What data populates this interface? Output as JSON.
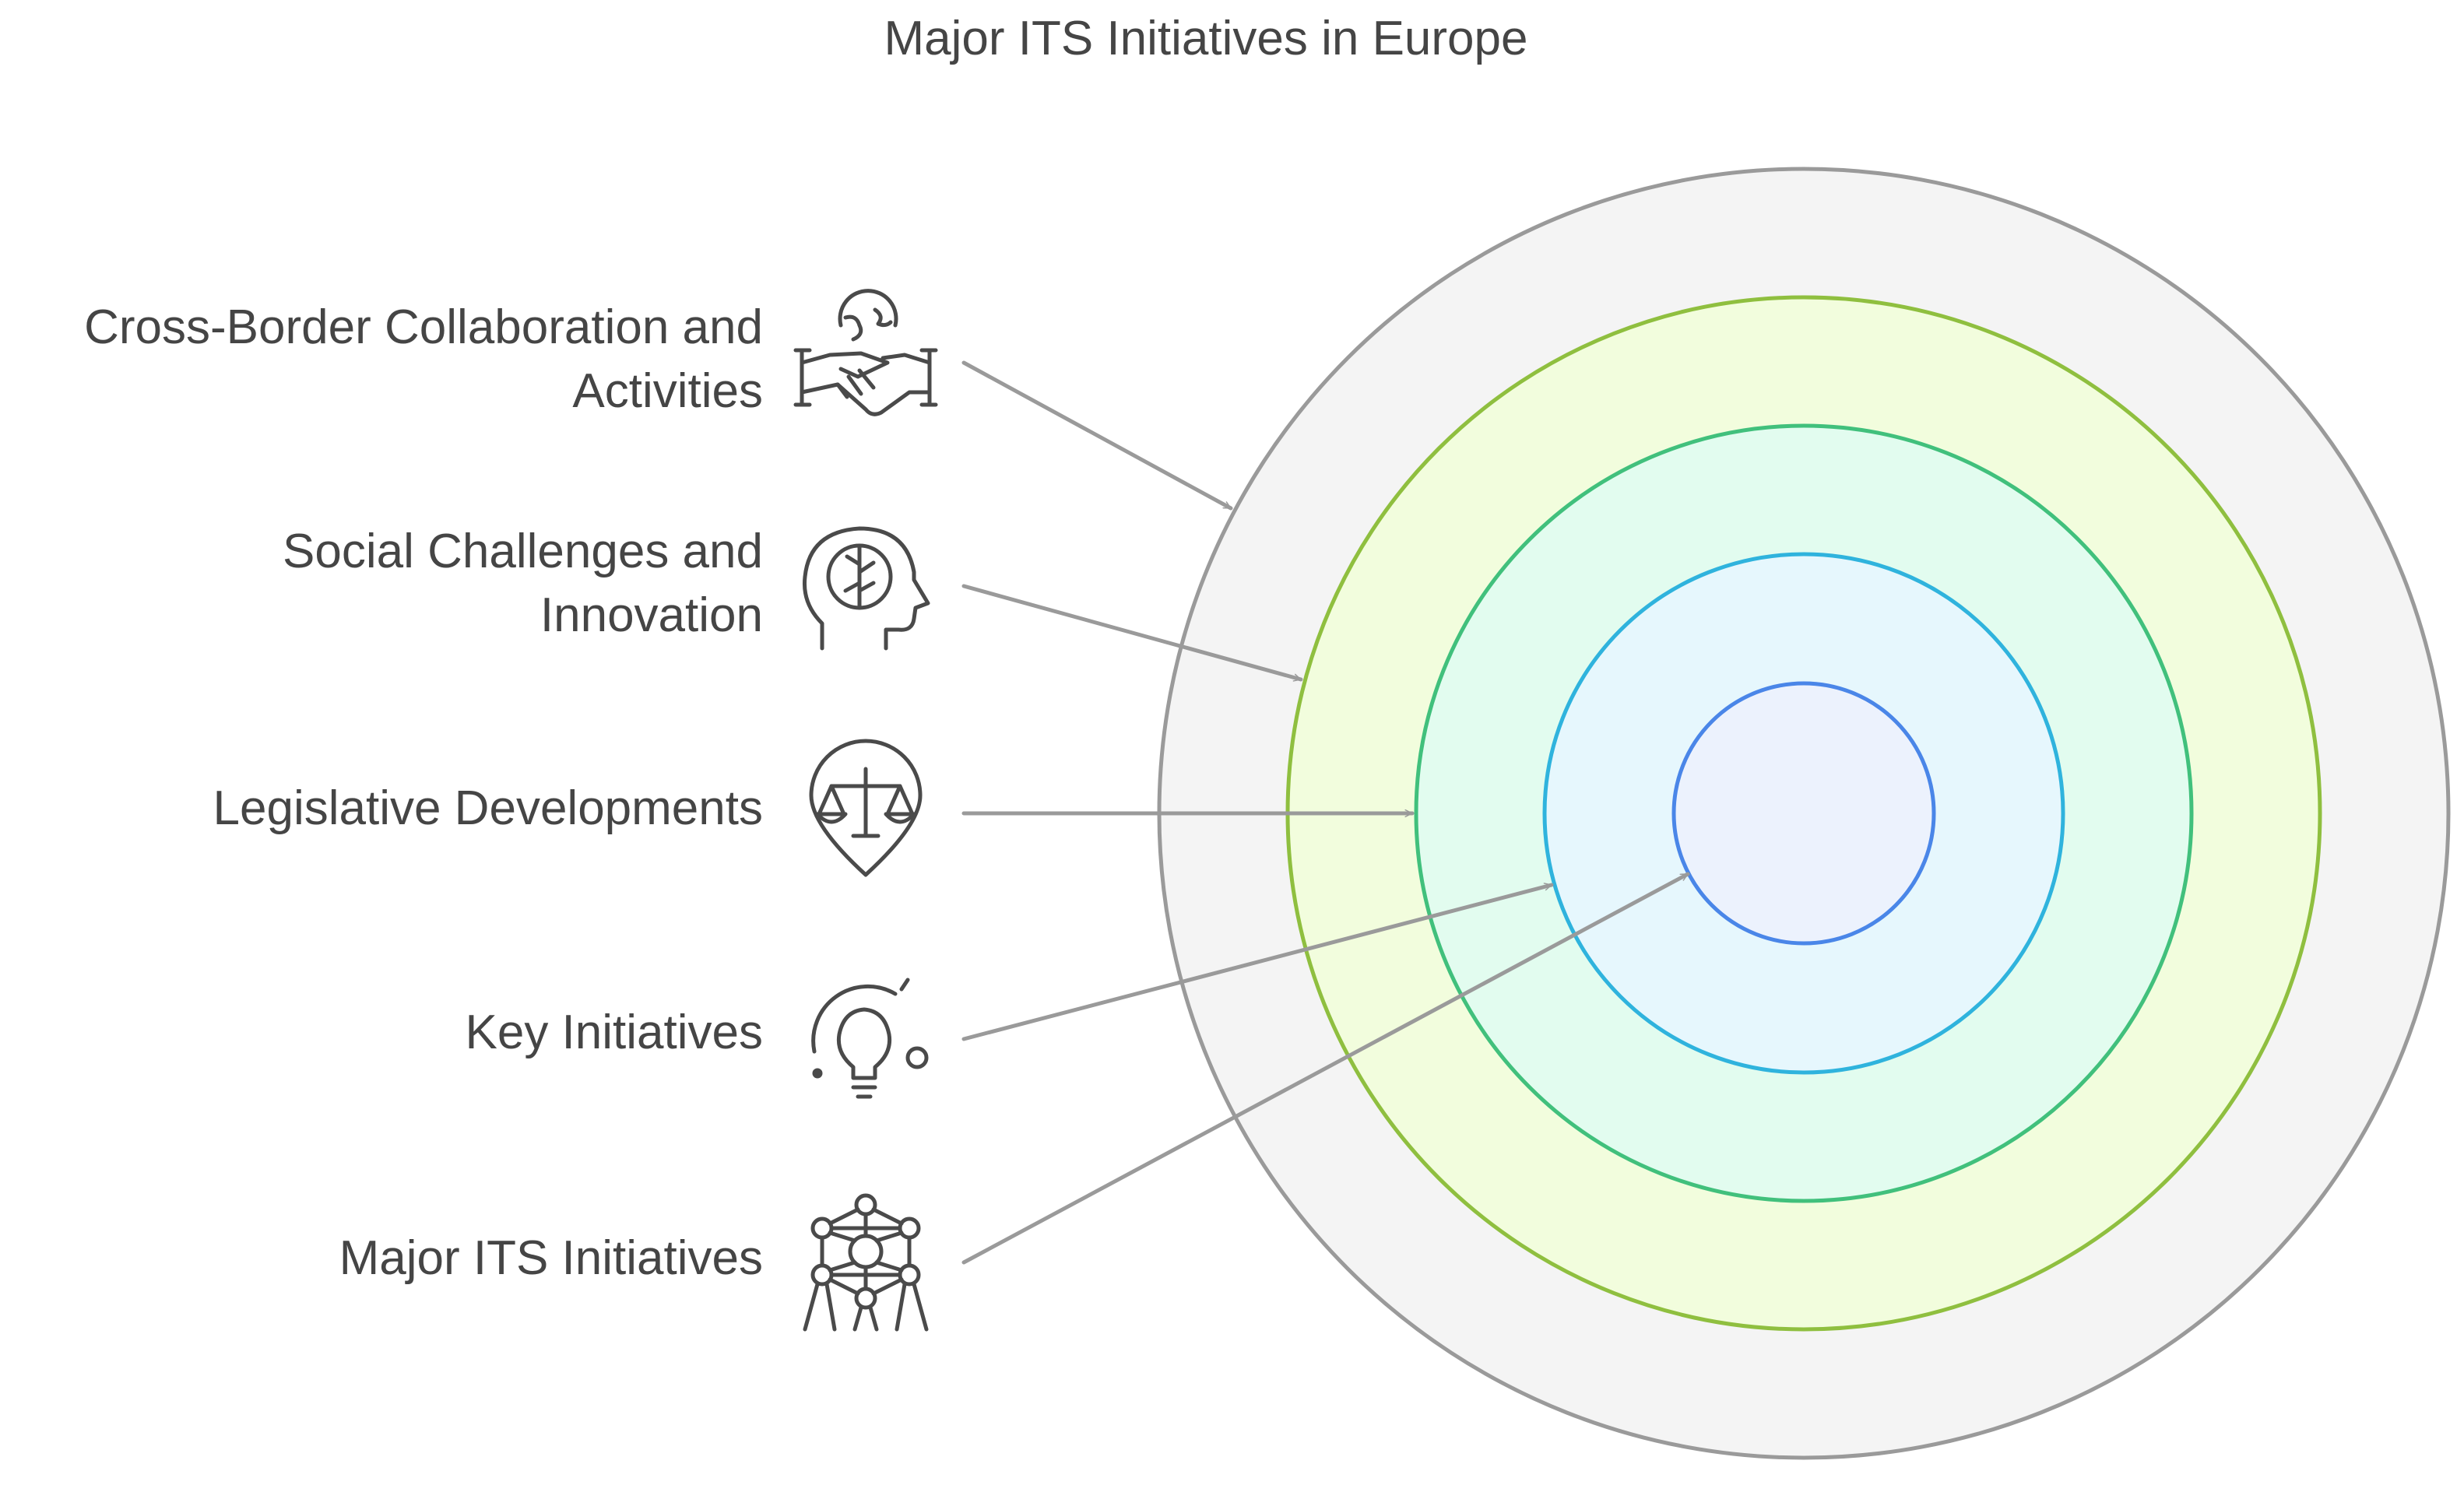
{
  "title": "Major ITS Initiatives in Europe",
  "layers": [
    {
      "label_lines": [
        "Cross-Border Collaboration and",
        "Activities"
      ],
      "icon": "handshake-globe-icon",
      "fill": "#f4f4f4",
      "stroke": "#9a9a9a"
    },
    {
      "label_lines": [
        "Social Challenges and",
        "Innovation"
      ],
      "icon": "head-brain-icon",
      "fill": "#f2fddd",
      "stroke": "#8fbf3f"
    },
    {
      "label_lines": [
        "Legislative Developments"
      ],
      "icon": "scales-pin-icon",
      "fill": "#e2fcef",
      "stroke": "#41c07c"
    },
    {
      "label_lines": [
        "Key Initiatives"
      ],
      "icon": "lightbulb-icon",
      "fill": "#e6f7fd",
      "stroke": "#2fb3dd"
    },
    {
      "label_lines": [
        "Major ITS Initiatives"
      ],
      "icon": "atomium-icon",
      "fill": "#ecf2fd",
      "stroke": "#4a86e8"
    }
  ],
  "arrow_color": "#9a9a9a"
}
